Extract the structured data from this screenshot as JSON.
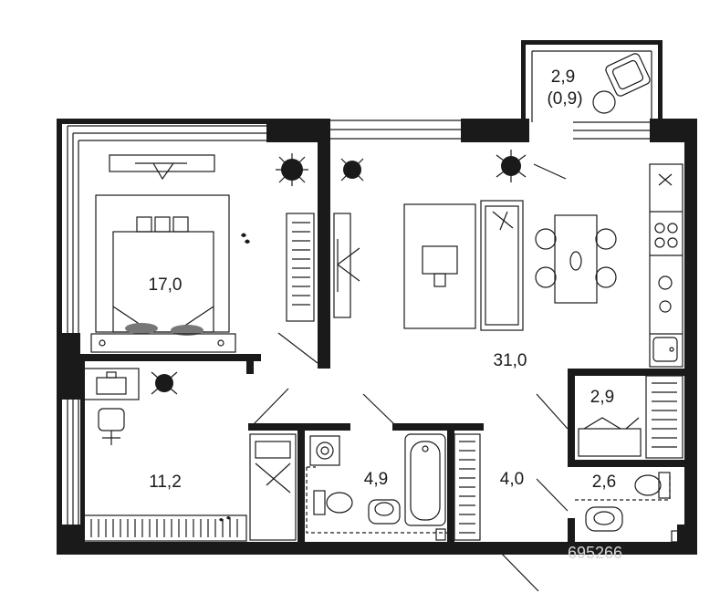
{
  "rooms": [
    {
      "id": "balcony",
      "area": "2,9",
      "sub": "(0,9)"
    },
    {
      "id": "bedroom",
      "area": "17,0"
    },
    {
      "id": "study",
      "area": "11,2"
    },
    {
      "id": "living",
      "area": "31,0"
    },
    {
      "id": "storage",
      "area": "2,9"
    },
    {
      "id": "bathroom",
      "area": "4,9"
    },
    {
      "id": "hallway",
      "area": "4,0"
    },
    {
      "id": "toilet",
      "area": "2,6"
    }
  ],
  "watermark": "695266",
  "colors": {
    "wall": "#1a1a1a",
    "background": "#ffffff"
  }
}
